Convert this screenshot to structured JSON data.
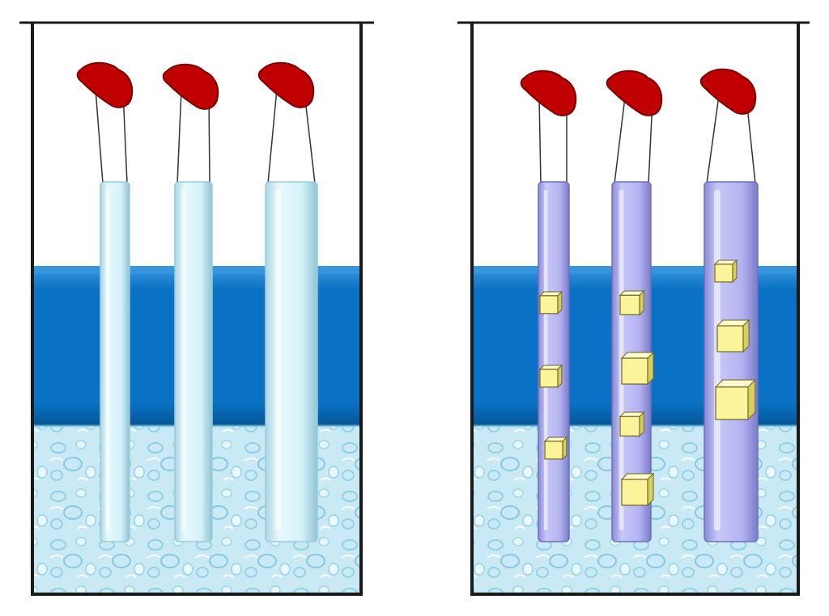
{
  "colors": {
    "background": "#ffffff",
    "outline": "#1a1a1a",
    "solvent_blue": "#0a72c4",
    "solvent_blue_light": "#3a98e0",
    "solvent_blue_dark": "#055596",
    "ice_water": "#c9eaf5",
    "ice_water_dark": "#7cc3dc",
    "empty_tube": "#dcf4fb",
    "empty_tube_edge": "#9ccbd8",
    "filled_tube": "#b3b3f2",
    "filled_tube_edge": "#6f6fbf",
    "crystal_face": "#fbf49a",
    "crystal_top": "#fffbcc",
    "crystal_side": "#d9cf5e",
    "crystal_edge": "#6d6622",
    "clip": "#c00000",
    "clip_dark": "#7a0000",
    "string": "#333333"
  },
  "panels": [
    {
      "id": "before",
      "tubes": [
        {
          "id": "tube-1",
          "filled": false,
          "crystals": 0
        },
        {
          "id": "tube-2",
          "filled": false,
          "crystals": 0
        },
        {
          "id": "tube-3",
          "filled": false,
          "crystals": 0
        }
      ]
    },
    {
      "id": "after",
      "tubes": [
        {
          "id": "tube-1",
          "filled": true,
          "crystals": 3
        },
        {
          "id": "tube-2",
          "filled": true,
          "crystals": 4
        },
        {
          "id": "tube-3",
          "filled": true,
          "crystals": 3
        }
      ]
    }
  ],
  "icons": [
    "red-clip-icon",
    "crystal-icon"
  ]
}
